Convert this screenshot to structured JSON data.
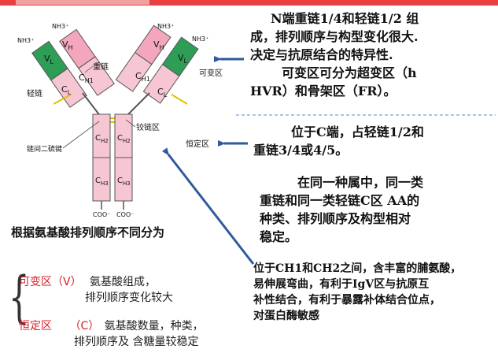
{
  "labels": {
    "nh3_left": "NH3⁺",
    "nh3_center_left": "NH3⁺",
    "nh3_center_right": "NH3⁺",
    "nh3_right": "NH3⁺",
    "vl": "V",
    "vl_sub": "L",
    "vh": "V",
    "vh_sub": "H",
    "cl": "C",
    "cl_sub": "L",
    "ch1": "C",
    "ch1_sub": "H1",
    "ch2": "C",
    "ch2_sub": "H2",
    "ch3": "C",
    "ch3_sub": "H3",
    "heavy_chain": "重链",
    "light_chain": "轻链",
    "variable_region": "可变区",
    "hinge_region": "铰链区",
    "constant_region": "恒定区",
    "disulfide": "链间二硫键",
    "coo": "COO⁻"
  },
  "annotations": {
    "p1_line1": "N端重链1/4和轻链1/2 组",
    "p1_line2": "成，排列顺序与构型变化很大.",
    "p1_line3": "决定与抗原结合的特异性.",
    "p1_line4": "可变区可分为超变区（h",
    "p1_line5": "HVR）和骨架区（FR）。",
    "p2_line1": "位于C端，占轻链1/2和",
    "p2_line2": "重链3/4或4/5。",
    "p3_line1": "在同一种属中，同一类",
    "p3_line2": "重链和同一类轻链C区 AA的",
    "p3_line3": "种类、排列顺序及构型相对",
    "p3_line4": "稳定。",
    "p4_line1": "位于CH1和CH2之间，含丰富的脯氨酸，",
    "p4_line2": "易伸展弯曲，有利于IgV区与抗原互",
    "p4_line3": "补性结合，有利于暴露补体结合位点，",
    "p4_line4": "对蛋白酶敏感"
  },
  "heading": "根据氨基酸排列顺序不同分为",
  "classification": {
    "variable_term": "可变区（V）",
    "variable_desc1": "氨基酸组成，",
    "variable_desc2": "排列顺序变化较大",
    "constant_term": "恒定区",
    "constant_code": "（C）",
    "constant_desc1": "氨基酸数量，种类，",
    "constant_desc2": "排列顺序及 含糖量较稳定"
  },
  "colors": {
    "vl_green": "#2e9e56",
    "vh_pink": "#f4a6bd",
    "constant_pink": "#f7c6d3",
    "outline": "#555555",
    "arrow_blue": "#2f5a9e",
    "hinge_line": "#e0c000",
    "topbar_red": "#e84040"
  }
}
